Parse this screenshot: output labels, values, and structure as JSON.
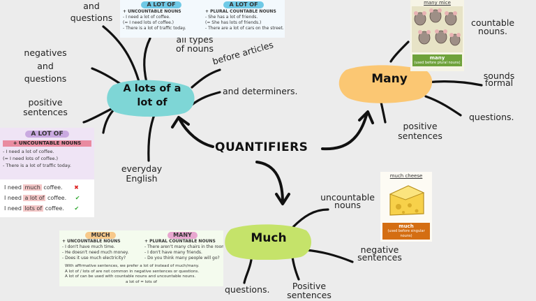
{
  "center": {
    "title": "QUANTIFIERS"
  },
  "lots": {
    "title_line1": "A lots of a",
    "title_line2": "lot of",
    "branches": {
      "and_questions_top": [
        "and",
        "questions"
      ],
      "negatives_and_questions": [
        "negatives",
        "and",
        "questions"
      ],
      "positive_sentences": [
        "positive",
        "sentences"
      ],
      "all_types": [
        "all types",
        "of nouns"
      ],
      "before_articles": "before articles",
      "and_determiners": "and determiners.",
      "everyday_english": [
        "everyday",
        "English"
      ]
    }
  },
  "many": {
    "title": "Many",
    "branches": {
      "countable_nouns": [
        "countable",
        "nouns."
      ],
      "sounds_formal": [
        "sounds",
        "formal"
      ],
      "questions": "questions.",
      "positive_sentences": [
        "positive",
        "sentences"
      ]
    }
  },
  "much": {
    "title": "Much",
    "branches": {
      "uncountable_nouns": [
        "uncountable",
        "nouns"
      ],
      "negative_sentences": [
        "negative",
        "sentences"
      ],
      "positive_sentences": [
        "Positive",
        "sentences"
      ],
      "questions": "questions."
    }
  },
  "card_top": {
    "col1_title": "A LOT OF",
    "col1_sub": "+ UNCOUNTABLE NOUNS",
    "col1_lines": [
      "- I need a lot of coffee.",
      "(= I need lots of coffee.)",
      "- There is a lot of traffic today."
    ],
    "col2_title": "A LOT OF",
    "col2_sub": "+ PLURAL COUNTABLE NOUNS",
    "col2_lines": [
      "- She has a lot of friends.",
      "(= She has lots of friends.)",
      "- There are a lot of cars on the street."
    ]
  },
  "card_left": {
    "title": "A LOT OF",
    "sub": "+ UNCOUNTABLE NOUNS",
    "lines": [
      "- I need a lot of coffee.",
      "(= I need lots of coffee.)",
      "- There is a lot of traffic today."
    ],
    "examples": [
      {
        "pre": "I need",
        "word": "much",
        "post": "coffee.",
        "mark": "✖"
      },
      {
        "pre": "I need",
        "word": "a lot of",
        "post": "coffee.",
        "mark": "✔"
      },
      {
        "pre": "I need",
        "word": "lots of",
        "post": "coffee.",
        "mark": "✔"
      }
    ]
  },
  "card_bottom": {
    "col1_title": "MUCH",
    "col1_sub": "+ UNCOUNTABLE NOUNS",
    "col1_lines": [
      "- I don't have much time.",
      "- He doesn't need much money.",
      "- Does it use much electricity?"
    ],
    "col2_title": "MANY",
    "col2_sub": "+ PLURAL COUNTABLE NOUNS",
    "col2_lines": [
      "- There aren't many chairs in the room.",
      "- I don't have many friends.",
      "- Do you think many people will go?"
    ],
    "notes": [
      "With affirmative sentences, we prefer a lot of instead of much/many.",
      "A lot of / lots of are not common in negative sentences or questions.",
      "A lot of can be used with countable nouns and uncountable nouns.",
      "a lot of = lots of"
    ]
  },
  "card_many": {
    "top": "many mice",
    "label": "many",
    "caption": "(used before plural nouns)"
  },
  "card_much": {
    "top": "much cheese",
    "label": "much",
    "caption": "(used before singular nouns)"
  },
  "colors": {
    "lots_blob": "#7ed6d6",
    "many_blob": "#fbc773",
    "much_blob": "#c5e36a",
    "branch": "#111111"
  }
}
